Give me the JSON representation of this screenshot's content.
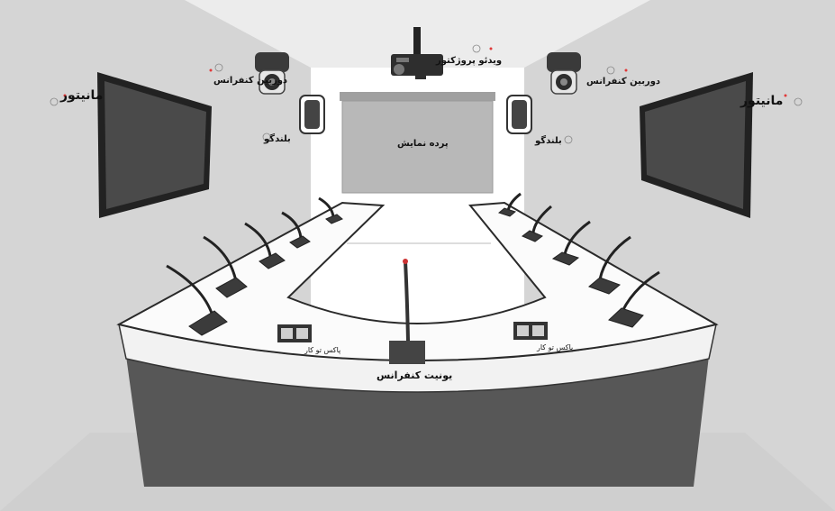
{
  "labels": {
    "projector": "ویدئو پروژکتور",
    "camera_left": "دوربین کنفرانس",
    "camera_right": "دوربین کنفرانس",
    "monitor_left": "مانیتور",
    "monitor_right": "مانیتور",
    "speaker_left": "بلندگو",
    "speaker_right": "بلندگو",
    "screen": "پرده نمایش",
    "popup_left": "پاکس تو کار",
    "popup_right": "پاکس تو کار",
    "conference_unit": "یونیت کنفرانس"
  },
  "colors": {
    "background": "#d9d9d9",
    "room_back": "#ffffff",
    "monitor": "#3a3a3a",
    "table_base": "#555555",
    "label_dot": "#e03a3a"
  },
  "icons": [
    "projector-icon",
    "ptz-camera-icon",
    "speaker-icon",
    "gooseneck-microphone-icon",
    "popup-box-icon"
  ]
}
